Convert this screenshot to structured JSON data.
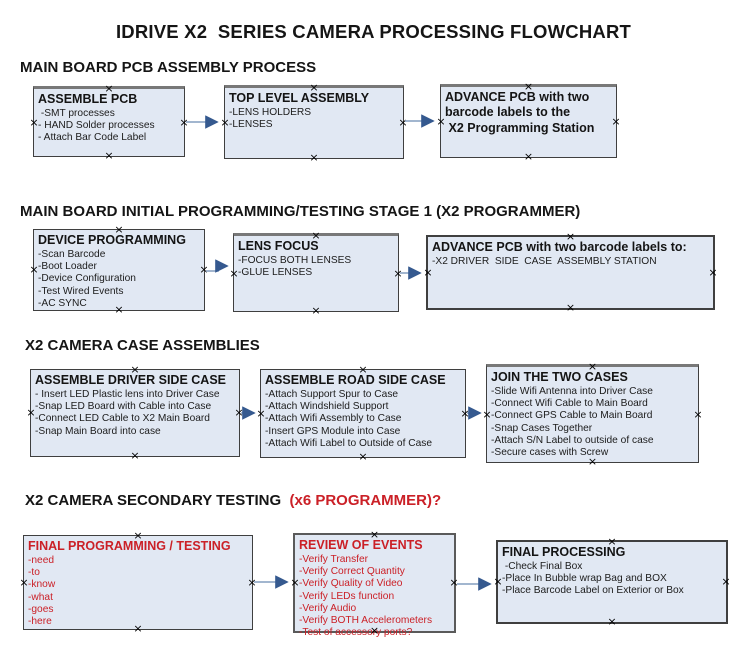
{
  "title": "IDRIVE X2  SERIES CAMERA PROCESSING FLOWCHART",
  "colors": {
    "box_fill": "#e1e8f3",
    "box_border": "#3f3f3f",
    "red_text": "#cb2027",
    "arrow_line": "#95abc8",
    "arrow_head": "#35598f"
  },
  "sections": [
    {
      "heading": "MAIN BOARD PCB ASSEMBLY PROCESS",
      "boxes": [
        {
          "title": "ASSEMBLE PCB",
          "items": [
            " -SMT processes",
            "- HAND Solder processes",
            "- Attach Bar Code Label"
          ]
        },
        {
          "title": "TOP LEVEL ASSEMBLY",
          "items": [
            "-LENS HOLDERS",
            "-LENSES"
          ]
        },
        {
          "title_lines": [
            "ADVANCE PCB with two barcode labels to the",
            " X2 Programming Station"
          ],
          "items": []
        }
      ]
    },
    {
      "heading": "MAIN BOARD INITIAL PROGRAMMING/TESTING STAGE 1 (X2 PROGRAMMER)",
      "boxes": [
        {
          "title": "DEVICE PROGRAMMING",
          "items": [
            "-Scan Barcode",
            "-Boot Loader",
            "-Device Configuration",
            "-Test Wired Events",
            "-AC SYNC"
          ]
        },
        {
          "title": "LENS FOCUS",
          "items": [
            "-FOCUS BOTH LENSES",
            "-GLUE LENSES"
          ]
        },
        {
          "title": "ADVANCE PCB with two barcode labels to:",
          "items": [
            "-X2 DRIVER  SIDE  CASE  ASSEMBLY STATION"
          ]
        }
      ]
    },
    {
      "heading": "X2 CAMERA CASE ASSEMBLIES",
      "boxes": [
        {
          "title": "ASSEMBLE DRIVER SIDE CASE",
          "items": [
            "- Insert LED Plastic lens into Driver Case",
            "-Snap LED Board with Cable into Case",
            "-Connect LED Cable to X2 Main Board",
            "-Snap Main Board into case"
          ]
        },
        {
          "title": "ASSEMBLE ROAD SIDE CASE",
          "items": [
            "-Attach Support Spur to Case",
            "-Attach Windshield Support",
            "-Attach Wifi Assembly to Case",
            "-Insert GPS Module into Case",
            "-Attach Wifi Label to Outside of Case"
          ]
        },
        {
          "title": "JOIN THE TWO CASES",
          "items": [
            "-Slide Wifi Antenna into Driver Case",
            "-Connect Wifi Cable to Main Board",
            "-Connect GPS Cable to Main Board",
            "-Snap Cases Together",
            "-Attach S/N Label to outside of case",
            "-Secure cases with Screw"
          ]
        }
      ]
    },
    {
      "heading": "X2 CAMERA SECONDARY TESTING",
      "heading_red": "  (x6 PROGRAMMER)?",
      "boxes": [
        {
          "title": "FINAL PROGRAMMING / TESTING",
          "items": [
            "-need",
            "-to",
            "-know",
            "-what",
            "-goes",
            "-here"
          ]
        },
        {
          "title": "REVIEW OF EVENTS",
          "items": [
            "-Verify Transfer",
            "-Verify Correct Quantity",
            "-Verify Quality of Video",
            "-Verify LEDs function",
            "-Verify Audio",
            "-Verify BOTH Accelerometers",
            "-Test of accessory ports?"
          ]
        },
        {
          "title": "FINAL PROCESSING",
          "items": [
            " -Check Final Box",
            "-Place In Bubble wrap Bag and BOX",
            "-Place Barcode Label on Exterior or Box"
          ]
        }
      ]
    }
  ]
}
